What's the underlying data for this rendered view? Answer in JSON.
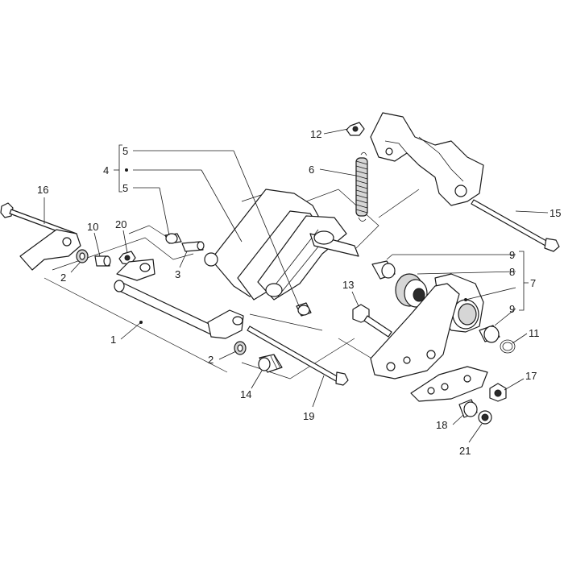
{
  "diagram": {
    "callouts": [
      {
        "id": "c1",
        "text": "1"
      },
      {
        "id": "c2a",
        "text": "2"
      },
      {
        "id": "c2b",
        "text": "2"
      },
      {
        "id": "c3",
        "text": "3"
      },
      {
        "id": "c4",
        "text": "4"
      },
      {
        "id": "c5a",
        "text": "5"
      },
      {
        "id": "c5b",
        "text": "5"
      },
      {
        "id": "c6",
        "text": "6"
      },
      {
        "id": "c7",
        "text": "7"
      },
      {
        "id": "c8",
        "text": "8"
      },
      {
        "id": "c9a",
        "text": "9"
      },
      {
        "id": "c9b",
        "text": "9"
      },
      {
        "id": "c10",
        "text": "10"
      },
      {
        "id": "c11",
        "text": "11"
      },
      {
        "id": "c12",
        "text": "12"
      },
      {
        "id": "c13",
        "text": "13"
      },
      {
        "id": "c14",
        "text": "14"
      },
      {
        "id": "c15",
        "text": "15"
      },
      {
        "id": "c16",
        "text": "16"
      },
      {
        "id": "c17",
        "text": "17"
      },
      {
        "id": "c18",
        "text": "18"
      },
      {
        "id": "c19",
        "text": "19"
      },
      {
        "id": "c20",
        "text": "20"
      },
      {
        "id": "c21",
        "text": "21"
      }
    ]
  }
}
